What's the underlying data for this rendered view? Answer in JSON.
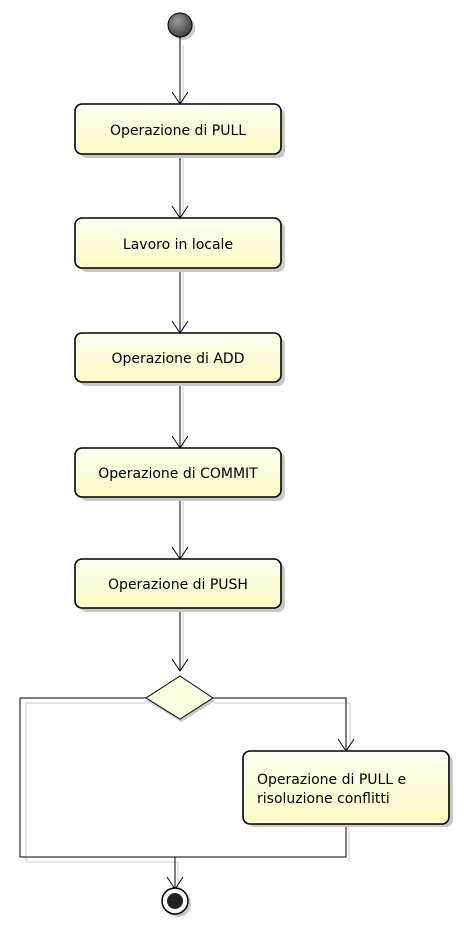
{
  "diagram": {
    "type": "uml-activity",
    "colors": {
      "node_fill_top": "#fdfde8",
      "node_fill_bottom": "#fbfbc0",
      "stroke": "#000000",
      "shadow": "#bdbdbd",
      "start_fill": "#555555"
    },
    "actions": [
      {
        "id": "pull",
        "label": "Operazione di PULL"
      },
      {
        "id": "local",
        "label": "Lavoro in locale"
      },
      {
        "id": "add",
        "label": "Operazione di ADD"
      },
      {
        "id": "commit",
        "label": "Operazione di COMMIT"
      },
      {
        "id": "push",
        "label": "Operazione di PUSH"
      },
      {
        "id": "resolve",
        "label_lines": [
          "Operazione di PULL e",
          "risoluzione conflitti"
        ]
      }
    ]
  }
}
